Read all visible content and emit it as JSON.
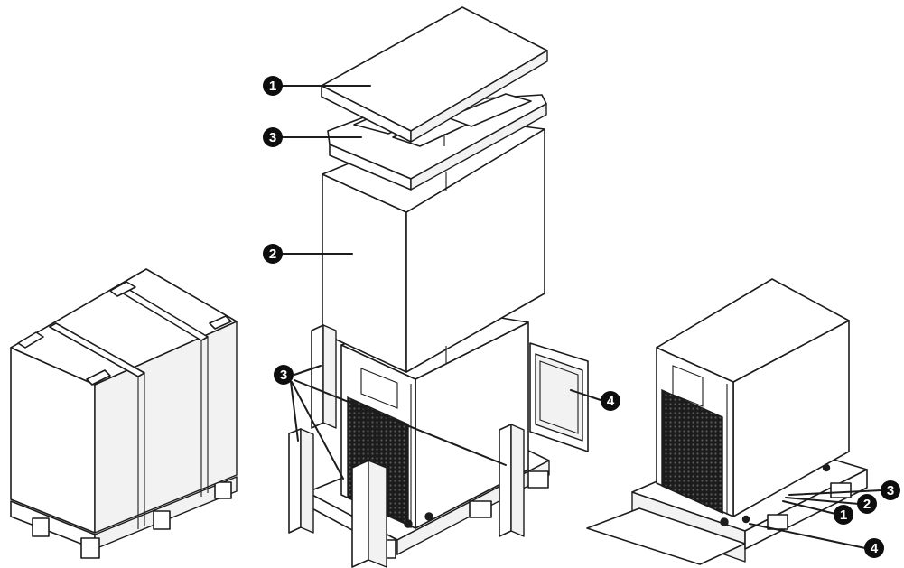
{
  "callouts": {
    "top_cover": "1",
    "carton_sleeve": "2",
    "top_foam": "3",
    "corner_posts": "3",
    "ramp": "4",
    "ramp_installed": "4",
    "bolt_1": "1",
    "bolt_2": "2",
    "bolt_3": "3"
  },
  "icons": [
    "number-badge-icon"
  ],
  "colors": {
    "line": "#1c1c1c",
    "badge": "#0d0d0d",
    "background": "#ffffff"
  }
}
